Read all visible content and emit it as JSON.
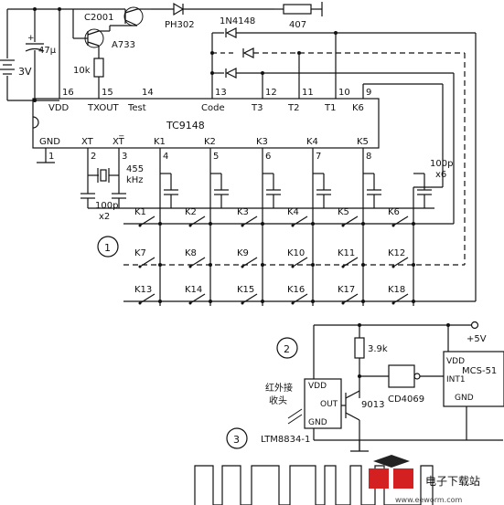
{
  "battery": {
    "label": "3V"
  },
  "cap_main": {
    "label": "47μ"
  },
  "transistor_c2001": {
    "label": "C2001"
  },
  "transistor_a733": {
    "label": "A733"
  },
  "resistor_10k": {
    "label": "10k"
  },
  "ir_led": {
    "label": "PH302"
  },
  "diode_type": {
    "label": "1N4148"
  },
  "resistor_407": {
    "label": "407"
  },
  "ic": {
    "name": "TC9148",
    "top_pins": [
      {
        "num": "16",
        "name": "VDD"
      },
      {
        "num": "15",
        "name": "TXOUT"
      },
      {
        "num": "14",
        "name": "Test"
      },
      {
        "num": "13",
        "name": "Code"
      },
      {
        "num": "12",
        "name": "T3"
      },
      {
        "num": "11",
        "name": "T2"
      },
      {
        "num": "10",
        "name": "T1"
      },
      {
        "num": "9",
        "name": "K6"
      }
    ],
    "bottom_pins": [
      {
        "num": "1",
        "name": "GND"
      },
      {
        "num": "2",
        "name": "XT"
      },
      {
        "num": "3",
        "name": "XT̅"
      },
      {
        "num": "4",
        "name": "K1"
      },
      {
        "num": "5",
        "name": "K2"
      },
      {
        "num": "6",
        "name": "K3"
      },
      {
        "num": "7",
        "name": "K4"
      },
      {
        "num": "8",
        "name": "K5"
      }
    ]
  },
  "crystal": {
    "freq": "455",
    "unit": "kHz"
  },
  "cap_xtal": {
    "value": "100p",
    "count": "x2"
  },
  "cap_keys": {
    "value": "100p",
    "count": "x6"
  },
  "key_rows": [
    [
      "K1",
      "K2",
      "K3",
      "K4",
      "K5",
      "K6"
    ],
    [
      "K7",
      "K8",
      "K9",
      "K10",
      "K11",
      "K12"
    ],
    [
      "K13",
      "K14",
      "K15",
      "K16",
      "K17",
      "K18"
    ]
  ],
  "sections": {
    "one": "1",
    "two": "2",
    "three": "3"
  },
  "receiver": {
    "supply": "+5V",
    "resistor": "3.9k",
    "module_vdd": "VDD",
    "module_out": "OUT",
    "module_gnd": "GND",
    "module_part": "LTM8834-1",
    "ir_label_line1": "红外接",
    "ir_label_line2": "收头",
    "transistor": "9013",
    "inverter": "CD4069",
    "mcu_name": "MCS-51",
    "mcu_vdd": "VDD",
    "mcu_int": "INT1",
    "mcu_gnd": "GND"
  },
  "watermark": {
    "brand": "电子下载站",
    "url": "www.eeworm.com"
  }
}
